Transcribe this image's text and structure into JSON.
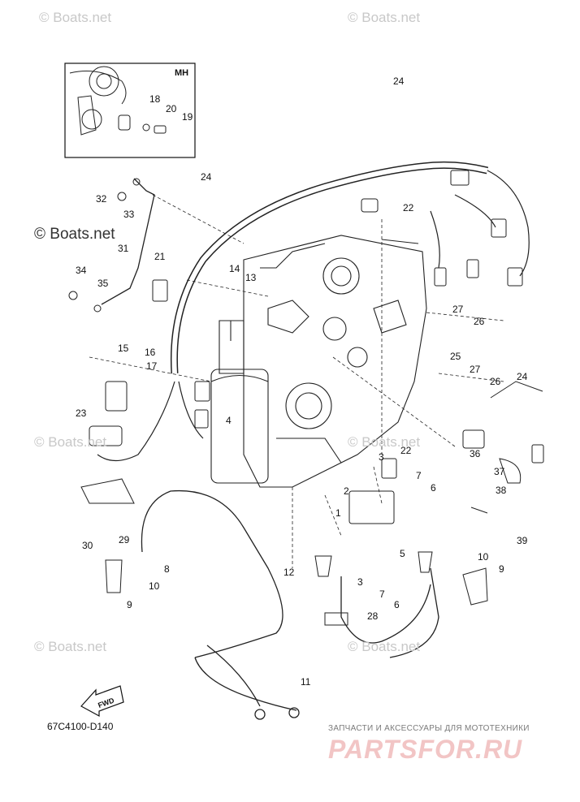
{
  "watermarks": [
    "© Boats.net",
    "© Boats.net",
    "© Boats.net",
    "© Boats.net",
    "© Boats.net",
    "© Boats.net",
    "© Boats.net"
  ],
  "watermark_prominent": "© Boats.net",
  "inset_label": "MH",
  "part_number": "67C4100-D140",
  "fwd_label": "FWD",
  "ad_tagline": "ЗАПЧАСТИ И АКСЕССУАРЫ ДЛЯ МОТОТЕХНИКИ",
  "ad_logo": "PARTSFOR.RU",
  "callouts": [
    "24",
    "18",
    "20",
    "19",
    "32",
    "33",
    "24",
    "22",
    "31",
    "21",
    "14",
    "13",
    "34",
    "35",
    "15",
    "16",
    "17",
    "27",
    "26",
    "25",
    "27",
    "26",
    "24",
    "23",
    "4",
    "36",
    "37",
    "22",
    "3",
    "2",
    "7",
    "6",
    "38",
    "1",
    "5",
    "39",
    "30",
    "29",
    "8",
    "10",
    "9",
    "12",
    "3",
    "7",
    "6",
    "10",
    "9",
    "28",
    "11"
  ]
}
